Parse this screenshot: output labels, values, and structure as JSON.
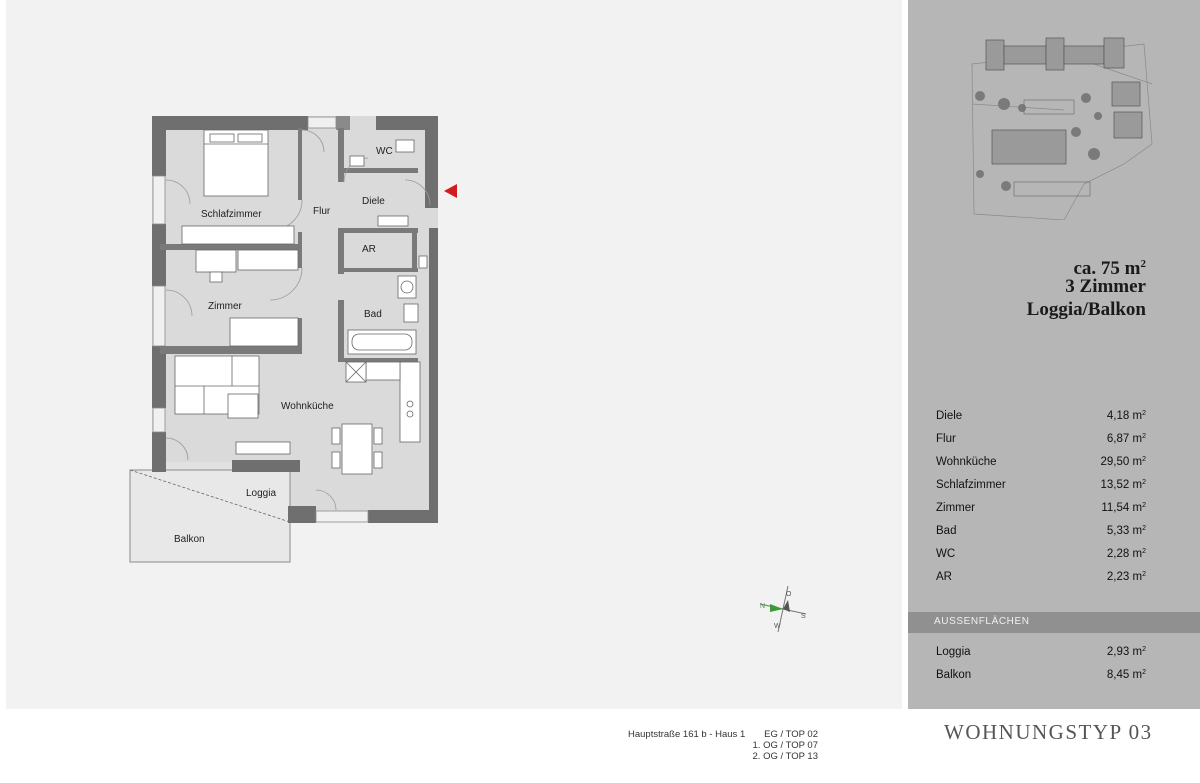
{
  "rooms": {
    "schlafzimmer": "Schlafzimmer",
    "flur": "Flur",
    "diele": "Diele",
    "wc": "WC",
    "ar": "AR",
    "bad": "Bad",
    "zimmer": "Zimmer",
    "wohnkueche": "Wohnküche",
    "loggia": "Loggia",
    "balkon": "Balkon"
  },
  "summary": {
    "area_prefix": "ca. 75 m",
    "area_sup": "2",
    "rooms_count": "3 Zimmer",
    "outdoor": "Loggia/Balkon"
  },
  "area_table": {
    "unit_base": "m",
    "unit_sup": "2",
    "rows": [
      {
        "label": "Diele",
        "value": "4,18"
      },
      {
        "label": "Flur",
        "value": "6,87"
      },
      {
        "label": "Wohnküche",
        "value": "29,50"
      },
      {
        "label": "Schlafzimmer",
        "value": "13,52"
      },
      {
        "label": "Zimmer",
        "value": "11,54"
      },
      {
        "label": "Bad",
        "value": "5,33"
      },
      {
        "label": "WC",
        "value": "2,28"
      },
      {
        "label": "AR",
        "value": "2,23"
      }
    ]
  },
  "aussen": {
    "header": "AUSSENFLÄCHEN",
    "rows": [
      {
        "label": "Loggia",
        "value": "2,93"
      },
      {
        "label": "Balkon",
        "value": "8,45"
      }
    ]
  },
  "footer": {
    "address": "Hauptstraße 161 b - Haus 1",
    "top_1": "EG / TOP 02",
    "top_2": "1. OG / TOP 07",
    "top_3": "2. OG / TOP 13",
    "type": "WOHNUNGSTYP 03"
  },
  "compass": {
    "north": "N",
    "east": "O",
    "south": "S",
    "west": "W"
  },
  "colors": {
    "wall": "#6f6f6f",
    "floor": "#dadada",
    "sidebar": "#b6b6b6",
    "entrance_marker": "#d21b1b",
    "compass_accent": "#3a9a3a"
  }
}
